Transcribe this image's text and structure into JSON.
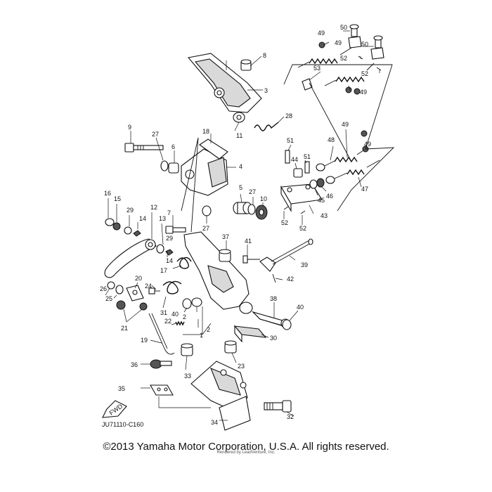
{
  "diagram": {
    "code": "JU71110-C160",
    "fwd_label": "FWD",
    "callouts": [
      "1",
      "2",
      "2",
      "3",
      "4",
      "5",
      "6",
      "7",
      "8",
      "9",
      "10",
      "11",
      "12",
      "13",
      "14",
      "14",
      "15",
      "16",
      "17",
      "18",
      "19",
      "20",
      "21",
      "22",
      "23",
      "24",
      "25",
      "26",
      "27",
      "27",
      "27",
      "28",
      "29",
      "29",
      "30",
      "31",
      "32",
      "33",
      "34",
      "35",
      "36",
      "37",
      "38",
      "39",
      "40",
      "40",
      "41",
      "42",
      "43",
      "44",
      "45",
      "46",
      "47",
      "48",
      "49",
      "49",
      "49",
      "49",
      "49",
      "50",
      "50",
      "51",
      "51",
      "52",
      "52",
      "52",
      "52",
      "53"
    ]
  },
  "footer": {
    "copyright": "©2013 Yamaha Motor Corporation, U.S.A. All rights reserved.",
    "watermark": "Rendered by LeadVenture, Inc."
  }
}
